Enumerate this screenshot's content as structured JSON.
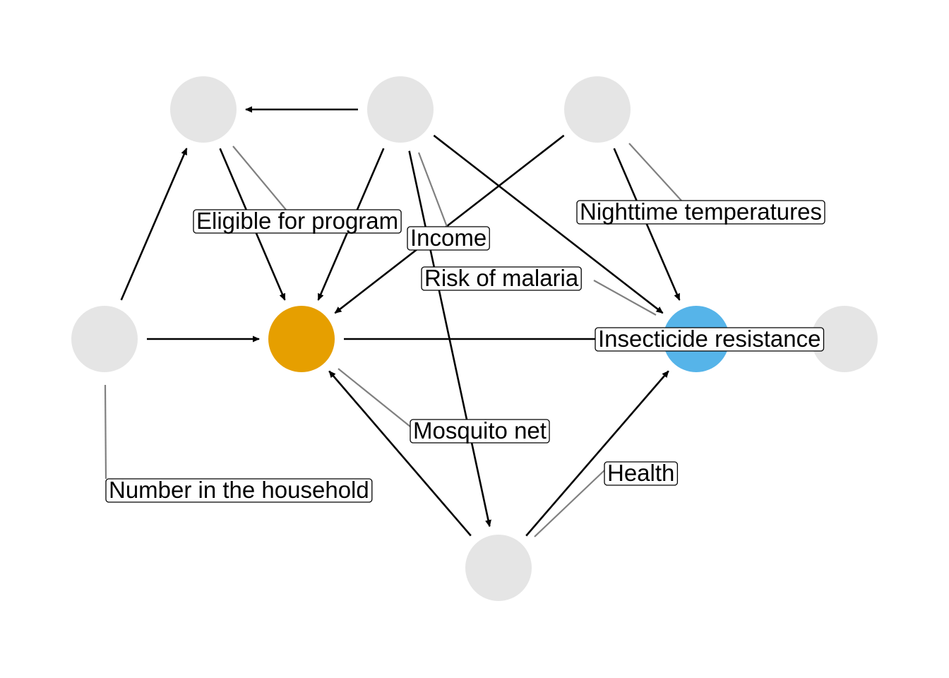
{
  "diagram": {
    "type": "directed-acyclic-graph",
    "colors": {
      "node_default": "#e5e5e5",
      "node_exposure": "#e69f00",
      "node_outcome": "#56b4e9",
      "edge": "#000000",
      "leader": "#808080",
      "label_fill": "#ffffff",
      "label_border": "#000000"
    },
    "nodes": [
      {
        "id": "eligible",
        "role": "default"
      },
      {
        "id": "income",
        "role": "default"
      },
      {
        "id": "temperature",
        "role": "default"
      },
      {
        "id": "household",
        "role": "default"
      },
      {
        "id": "net",
        "role": "exposure"
      },
      {
        "id": "malaria",
        "role": "outcome"
      },
      {
        "id": "resistance",
        "role": "default"
      },
      {
        "id": "health",
        "role": "default"
      }
    ],
    "edges": [
      {
        "from": "income",
        "to": "eligible"
      },
      {
        "from": "household",
        "to": "eligible"
      },
      {
        "from": "household",
        "to": "net"
      },
      {
        "from": "eligible",
        "to": "net"
      },
      {
        "from": "income",
        "to": "net"
      },
      {
        "from": "temperature",
        "to": "net"
      },
      {
        "from": "income",
        "to": "malaria"
      },
      {
        "from": "temperature",
        "to": "malaria"
      },
      {
        "from": "income",
        "to": "health"
      },
      {
        "from": "health",
        "to": "net"
      },
      {
        "from": "health",
        "to": "malaria"
      },
      {
        "from": "net",
        "to": "malaria"
      },
      {
        "from": "resistance",
        "to": "malaria"
      }
    ],
    "labels": [
      {
        "node": "eligible",
        "text": "Eligible for program"
      },
      {
        "node": "income",
        "text": "Income"
      },
      {
        "node": "temperature",
        "text": "Nighttime temperatures"
      },
      {
        "node": "malaria",
        "text": "Risk of malaria"
      },
      {
        "node": "resistance",
        "text": "Insecticide resistance"
      },
      {
        "node": "net",
        "text": "Mosquito net"
      },
      {
        "node": "health",
        "text": "Health"
      },
      {
        "node": "household",
        "text": "Number in the household"
      }
    ]
  }
}
